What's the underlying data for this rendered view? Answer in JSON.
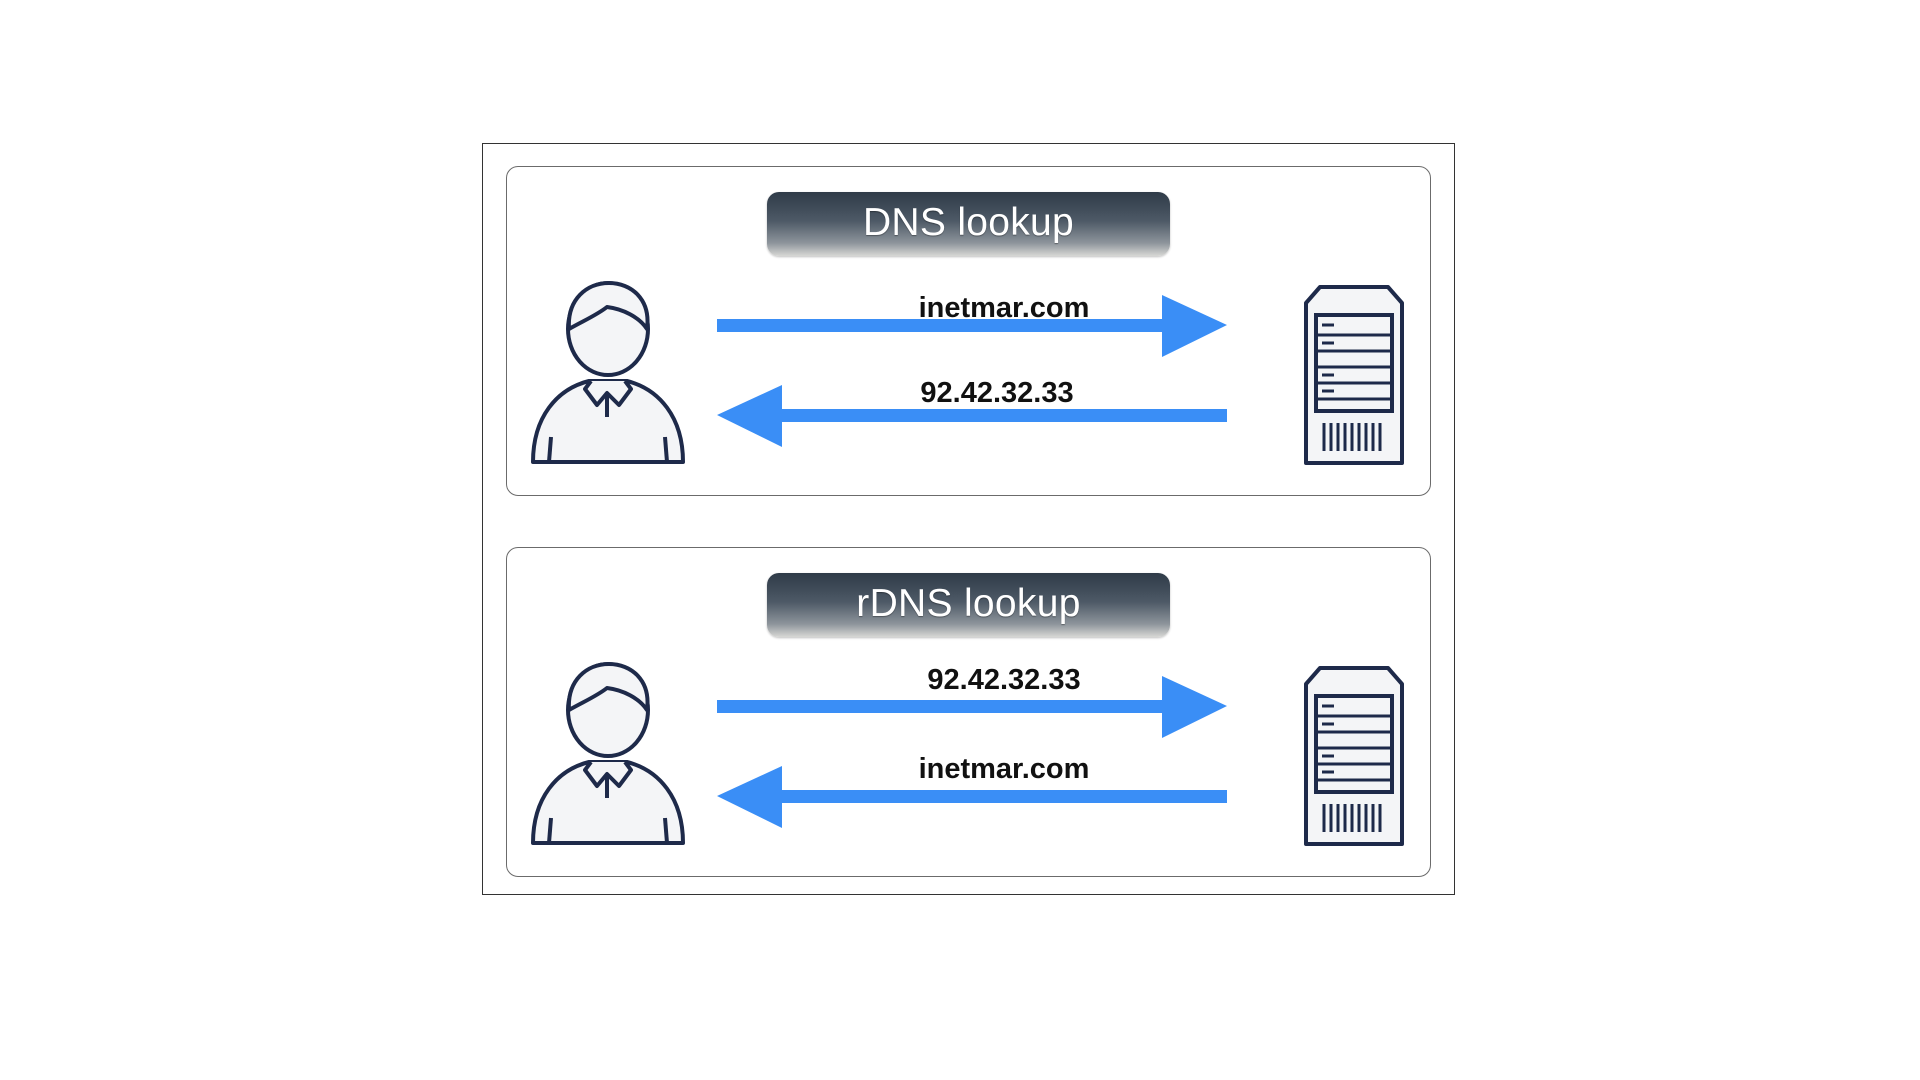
{
  "diagram": {
    "dns": {
      "title": "DNS lookup",
      "request_label": "inetmar.com",
      "response_label": "92.42.32.33"
    },
    "rdns": {
      "title": "rDNS lookup",
      "request_label": "92.42.32.33",
      "response_label": "inetmar.com"
    }
  },
  "colors": {
    "arrow": "#3a8ef6",
    "icon_stroke": "#1e2a4a",
    "icon_fill": "#f4f5f7"
  },
  "icons": {
    "client": "user-icon",
    "server": "server-icon"
  }
}
